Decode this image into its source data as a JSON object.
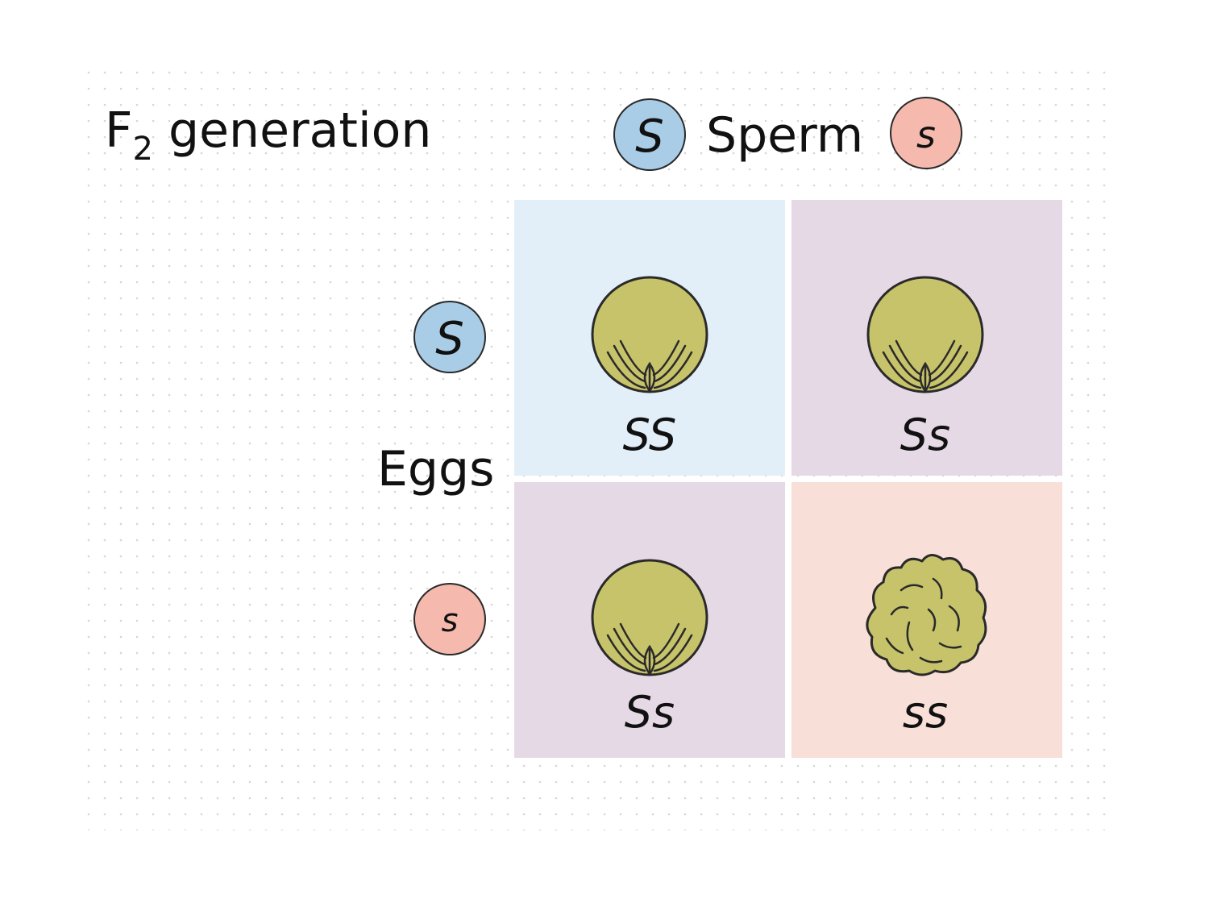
{
  "title": {
    "main": "F",
    "subscript": "2",
    "rest": " generation"
  },
  "sperm_label": "Sperm",
  "eggs_label": "Eggs",
  "gametes": {
    "sperm": [
      {
        "allele": "S",
        "color": "#a9cde6"
      },
      {
        "allele": "s",
        "color": "#f6b9ad"
      }
    ],
    "eggs": [
      {
        "allele": "S",
        "color": "#a9cde6"
      },
      {
        "allele": "s",
        "color": "#f6b9ad"
      }
    ]
  },
  "cells": [
    {
      "genotype": "SS",
      "seed": "round",
      "bg": "#e2eff8"
    },
    {
      "genotype": "Ss",
      "seed": "round",
      "bg": "#e6d9e6"
    },
    {
      "genotype": "Ss",
      "seed": "round",
      "bg": "#e6d9e6"
    },
    {
      "genotype": "ss",
      "seed": "wrinkled",
      "bg": "#f8dfd8"
    }
  ],
  "colors": {
    "seed_fill": "#c7c36a",
    "outline": "#2a2a2a",
    "dot_grid": "#d6d6d6"
  }
}
